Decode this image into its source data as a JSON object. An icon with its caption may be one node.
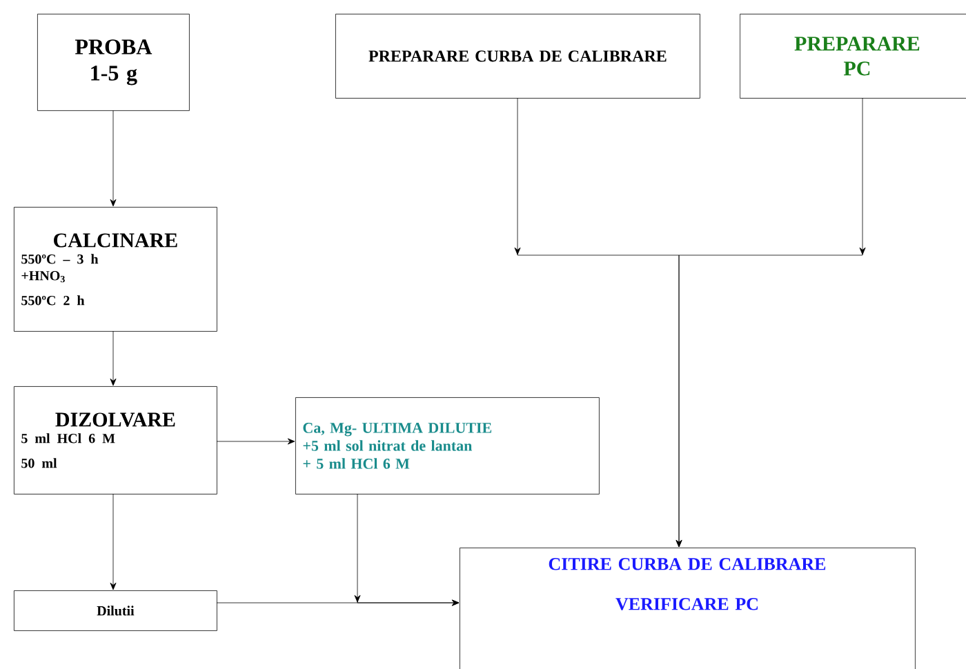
{
  "diagram": {
    "nodes": [
      {
        "text": [
          "PROBA 1-5 g"
        ]
      },
      {
        "text": [
          "PREPARARE CURBA DE CALIBRARE"
        ]
      },
      {
        "text": [
          "PREPARARE PC"
        ]
      },
      {
        "text": [
          "CALCINARE",
          "550ºC – 3 h",
          "+HNO$_{3}$",
          "550ºC 2 h"
        ]
      },
      {
        "text": [
          "DIZOLVARE",
          "5 ml HCl 6 M",
          "50 ml"
        ]
      },
      {
        "text": [
          "Ca, Mg- ULTIMA DILUTIE",
          "+5 ml sol nitrat de lantan",
          "+ 5 ml HCl 6 M"
        ]
      },
      {
        "text": [
          "Dilutii"
        ]
      },
      {
        "text": [
          "CITIRE CURBA DE CALIBRARE",
          "VERIFICARE PC"
        ]
      }
    ],
    "edges": [
      {
        "from": 0,
        "to": 3,
        "arrow": "to"
      },
      {
        "from": 1,
        "to": 7,
        "arrow": "to"
      },
      {
        "from": 2,
        "to": 7,
        "arrow": "to"
      },
      {
        "from": 3,
        "to": 4,
        "arrow": "to"
      },
      {
        "from": 4,
        "to": 5,
        "arrow": "to"
      },
      {
        "from": 4,
        "to": 6,
        "arrow": "to"
      },
      {
        "from": 5,
        "to": 7,
        "arrow": "to"
      },
      {
        "from": 6,
        "to": 7,
        "arrow": "to"
      }
    ]
  }
}
